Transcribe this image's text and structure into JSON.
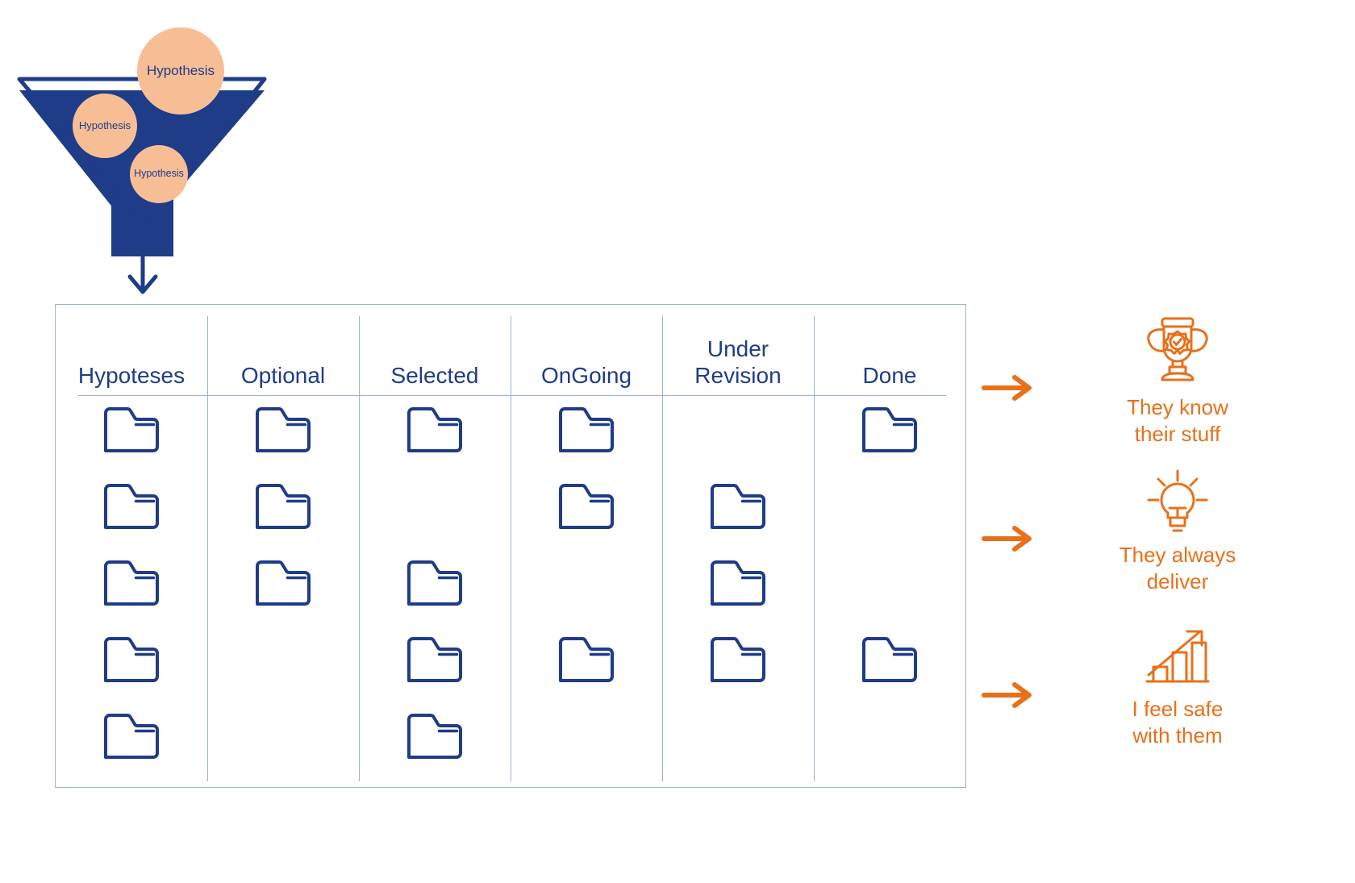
{
  "colors": {
    "navy": "#1F3C88",
    "peach": "#F7BE96",
    "orange": "#E8701A",
    "border_blue": "#9DB0DA",
    "white": "#FFFFFF"
  },
  "funnel": {
    "name": "hypothesis-funnel",
    "bubbles": [
      {
        "label": "Hypothesis",
        "size": "large"
      },
      {
        "label": "Hypothesis",
        "size": "medium"
      },
      {
        "label": "Hypothesis",
        "size": "small"
      }
    ],
    "flow_arrow_icon": "arrow-down-icon"
  },
  "board": {
    "name": "hypothesis-kanban-board",
    "columns": [
      {
        "id": "hypoteses",
        "header": "Hypoteses",
        "folders": 5
      },
      {
        "id": "optional",
        "header": "Optional",
        "folders": 3
      },
      {
        "id": "selected",
        "header": "Selected",
        "folders": 4
      },
      {
        "id": "ongoing",
        "header": "OnGoing",
        "folders": 3
      },
      {
        "id": "under-revision",
        "header": "Under\nRevision",
        "folders": 3
      },
      {
        "id": "done",
        "header": "Done",
        "folders": 2
      }
    ],
    "rows": 5,
    "folder_icon": "folder-icon",
    "matrix": [
      [
        true,
        true,
        true,
        true,
        false,
        true
      ],
      [
        true,
        true,
        false,
        true,
        true,
        false
      ],
      [
        true,
        true,
        true,
        false,
        true,
        false
      ],
      [
        true,
        false,
        true,
        true,
        true,
        true
      ],
      [
        true,
        false,
        true,
        false,
        false,
        false
      ]
    ]
  },
  "outcomes": [
    {
      "icon": "trophy-icon",
      "arrow_icon": "arrow-right-icon",
      "label": "They know\ntheir stuff"
    },
    {
      "icon": "lightbulb-icon",
      "arrow_icon": "arrow-right-icon",
      "label": "They always\ndeliver"
    },
    {
      "icon": "growth-chart-icon",
      "arrow_icon": "arrow-right-icon",
      "label": "I feel safe\nwith them"
    }
  ]
}
